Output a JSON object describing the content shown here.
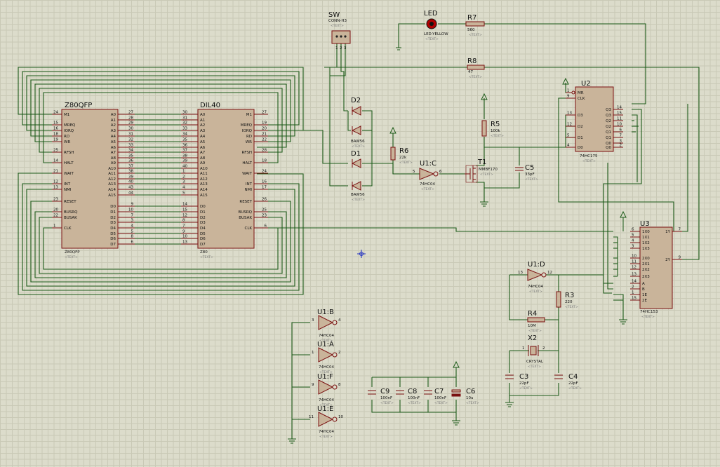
{
  "z80qfp": {
    "ref": "Z80QFP",
    "part": "Z80QFP",
    "text": "<TEXT>",
    "left_pins": [
      {
        "name": "M1",
        "num": "24"
      },
      {
        "name": "MREQ",
        "num": "15"
      },
      {
        "name": "IORQ",
        "num": "16"
      },
      {
        "name": "RD",
        "num": "18"
      },
      {
        "name": "WR",
        "num": "19"
      },
      {
        "name": "RFSH",
        "num": "25"
      },
      {
        "name": "HALT",
        "num": "14"
      },
      {
        "name": "WAIT",
        "num": "21"
      },
      {
        "name": "INT",
        "num": "12"
      },
      {
        "name": "NMI",
        "num": "13"
      },
      {
        "name": "RESET",
        "num": "23"
      },
      {
        "name": "BUSRQ",
        "num": "20"
      },
      {
        "name": "BUSAK",
        "num": "22"
      },
      {
        "name": "CLK",
        "num": "1"
      }
    ],
    "addr_pins": [
      {
        "name": "A0",
        "num": "27"
      },
      {
        "name": "A1",
        "num": "28"
      },
      {
        "name": "A2",
        "num": "29"
      },
      {
        "name": "A3",
        "num": "30"
      },
      {
        "name": "A4",
        "num": "31"
      },
      {
        "name": "A5",
        "num": "32"
      },
      {
        "name": "A6",
        "num": "33"
      },
      {
        "name": "A7",
        "num": "34"
      },
      {
        "name": "A8",
        "num": "35"
      },
      {
        "name": "A9",
        "num": "36"
      },
      {
        "name": "A10",
        "num": "37"
      },
      {
        "name": "A11",
        "num": "38"
      },
      {
        "name": "A12",
        "num": "39"
      },
      {
        "name": "A13",
        "num": "40"
      },
      {
        "name": "A14",
        "num": "43"
      },
      {
        "name": "A15",
        "num": "44"
      }
    ],
    "data_pins": [
      {
        "name": "D0",
        "num": "9"
      },
      {
        "name": "D1",
        "num": "10"
      },
      {
        "name": "D2",
        "num": "7"
      },
      {
        "name": "D3",
        "num": "3"
      },
      {
        "name": "D4",
        "num": "4"
      },
      {
        "name": "D5",
        "num": "5"
      },
      {
        "name": "D6",
        "num": "8"
      },
      {
        "name": "D7",
        "num": "6"
      }
    ]
  },
  "dil40": {
    "ref": "DIL40",
    "part": "Z80",
    "text": "<TEXT>",
    "addr_pins": [
      {
        "name": "A0",
        "num": "30"
      },
      {
        "name": "A1",
        "num": "31"
      },
      {
        "name": "A2",
        "num": "32"
      },
      {
        "name": "A3",
        "num": "33"
      },
      {
        "name": "A4",
        "num": "34"
      },
      {
        "name": "A5",
        "num": "35"
      },
      {
        "name": "A6",
        "num": "36"
      },
      {
        "name": "A7",
        "num": "37"
      },
      {
        "name": "A8",
        "num": "38"
      },
      {
        "name": "A9",
        "num": "39"
      },
      {
        "name": "A10",
        "num": "40"
      },
      {
        "name": "A11",
        "num": "1"
      },
      {
        "name": "A12",
        "num": "2"
      },
      {
        "name": "A13",
        "num": "3"
      },
      {
        "name": "A14",
        "num": "4"
      },
      {
        "name": "A15",
        "num": "5"
      }
    ],
    "data_pins": [
      {
        "name": "D0",
        "num": "14"
      },
      {
        "name": "D1",
        "num": "15"
      },
      {
        "name": "D2",
        "num": "12"
      },
      {
        "name": "D3",
        "num": "8"
      },
      {
        "name": "D4",
        "num": "7"
      },
      {
        "name": "D5",
        "num": "9"
      },
      {
        "name": "D6",
        "num": "10"
      },
      {
        "name": "D7",
        "num": "13"
      }
    ],
    "right_pins": [
      {
        "name": "M1",
        "num": "27"
      },
      {
        "name": "MREQ",
        "num": "19"
      },
      {
        "name": "IORQ",
        "num": "20"
      },
      {
        "name": "RD",
        "num": "21"
      },
      {
        "name": "WR",
        "num": "22"
      },
      {
        "name": "RFSH",
        "num": "28"
      },
      {
        "name": "HALT",
        "num": "18"
      },
      {
        "name": "WAIT",
        "num": "24"
      },
      {
        "name": "INT",
        "num": "16"
      },
      {
        "name": "NMI",
        "num": "17"
      },
      {
        "name": "RESET",
        "num": "26"
      },
      {
        "name": "BUSRQ",
        "num": "25"
      },
      {
        "name": "BUSAK",
        "num": "23"
      },
      {
        "name": "CLK",
        "num": "6"
      }
    ]
  },
  "sw": {
    "ref": "SW",
    "part": "CONN-H3",
    "text": "<TEXT>",
    "pins": [
      "1",
      "2",
      "3"
    ]
  },
  "led": {
    "ref": "LED",
    "part": "LED-YELLOW",
    "text": "<TEXT>"
  },
  "r7": {
    "ref": "R7",
    "value": "560",
    "text": "<TEXT>"
  },
  "r8": {
    "ref": "R8",
    "value": "47",
    "text": "<TEXT>"
  },
  "d2": {
    "ref": "D2",
    "part": "BAW56",
    "text": "<TEXT>"
  },
  "d1": {
    "ref": "D1",
    "part": "BAW56",
    "text": "<TEXT>"
  },
  "r6": {
    "ref": "R6",
    "value": "22k",
    "text": "<TEXT>"
  },
  "u1c": {
    "ref": "U1:C",
    "part": "74HC04",
    "text": "<TEXT>",
    "in": "5",
    "out": "6"
  },
  "r5": {
    "ref": "R5",
    "value": "100k",
    "text": "<TEXT>"
  },
  "t1": {
    "ref": "T1",
    "part": "MMBF170",
    "text": "<TEXT>"
  },
  "c5": {
    "ref": "C5",
    "value": "33pF",
    "text": "<TEXT>"
  },
  "u2": {
    "ref": "U2",
    "part": "74HC175",
    "text": "<TEXT>",
    "left_pins": [
      {
        "name": "MR",
        "num": "1"
      },
      {
        "name": "CLK",
        "num": "9"
      },
      {
        "name": "D3",
        "num": "13"
      },
      {
        "name": "D2",
        "num": "12"
      },
      {
        "name": "D1",
        "num": "5"
      },
      {
        "name": "D0",
        "num": "4"
      }
    ],
    "right_pins": [
      {
        "name": "Q3",
        "num": "14"
      },
      {
        "name": "Q3",
        "num": "15"
      },
      {
        "name": "Q2",
        "num": "11"
      },
      {
        "name": "Q2",
        "num": "10"
      },
      {
        "name": "Q1",
        "num": "6"
      },
      {
        "name": "Q1",
        "num": "7"
      },
      {
        "name": "Q0",
        "num": "3"
      },
      {
        "name": "Q0",
        "num": "2"
      }
    ]
  },
  "u3": {
    "ref": "U3",
    "part": "74HC153",
    "text": "<TEXT>",
    "left_pins": [
      {
        "name": "1X0",
        "num": "6"
      },
      {
        "name": "1X1",
        "num": "5"
      },
      {
        "name": "1X2",
        "num": "4"
      },
      {
        "name": "1X3",
        "num": "3"
      },
      {
        "name": "2X0",
        "num": "10"
      },
      {
        "name": "2X1",
        "num": "11"
      },
      {
        "name": "2X2",
        "num": "12"
      },
      {
        "name": "2X3",
        "num": "13"
      },
      {
        "name": "A",
        "num": "14"
      },
      {
        "name": "B",
        "num": "2"
      },
      {
        "name": "1E",
        "num": "1"
      },
      {
        "name": "2E",
        "num": "15"
      }
    ],
    "right_pins": [
      {
        "name": "1Y",
        "num": "7"
      },
      {
        "name": "2Y",
        "num": "9"
      }
    ]
  },
  "u1d": {
    "ref": "U1:D",
    "part": "74HC04",
    "text": "<TEXT>",
    "in": "13",
    "out": "12"
  },
  "r3": {
    "ref": "R3",
    "value": "220",
    "text": "<TEXT>"
  },
  "r4": {
    "ref": "R4",
    "value": "10M",
    "text": "<TEXT>"
  },
  "x2": {
    "ref": "X2",
    "part": "CRYSTAL",
    "text": "<TEXT>",
    "p1": "1",
    "p2": "2"
  },
  "c3": {
    "ref": "C3",
    "value": "22pF",
    "text": "<TEXT>"
  },
  "c4": {
    "ref": "C4",
    "value": "22pF",
    "text": "<TEXT>"
  },
  "u1b": {
    "ref": "U1:B",
    "part": "74HC04",
    "text": "<TEXT>",
    "in": "3",
    "out": "4"
  },
  "u1a": {
    "ref": "U1:A",
    "part": "74HC04",
    "text": "<TEXT>",
    "in": "1",
    "out": "2"
  },
  "u1f": {
    "ref": "U1:F",
    "part": "74HC04",
    "text": "<TEXT>",
    "in": "9",
    "out": "8"
  },
  "u1e": {
    "ref": "U1:E",
    "part": "74HC04",
    "text": "<TEXT>",
    "in": "11",
    "out": "10"
  },
  "c9": {
    "ref": "C9",
    "value": "100nF",
    "text": "<TEXT>"
  },
  "c8": {
    "ref": "C8",
    "value": "100nF",
    "text": "<TEXT>"
  },
  "c7": {
    "ref": "C7",
    "value": "100nF",
    "text": "<TEXT>"
  },
  "c6": {
    "ref": "C6",
    "value": "10u",
    "text": "<TEXT>"
  }
}
